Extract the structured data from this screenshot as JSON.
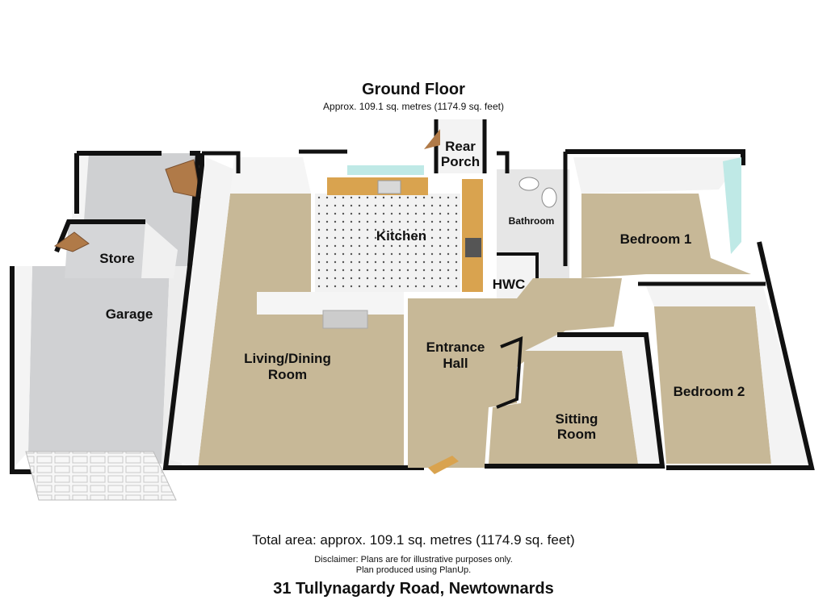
{
  "floor": {
    "title": "Ground Floor",
    "area": "Approx. 109.1 sq. metres (1174.9 sq. feet)"
  },
  "rooms": {
    "garage": "Garage",
    "store": "Store",
    "living_line1": "Living/Dining",
    "living_line2": "Room",
    "kitchen": "Kitchen",
    "rear_porch_line1": "Rear",
    "rear_porch_line2": "Porch",
    "bathroom": "Bathroom",
    "bedroom1": "Bedroom 1",
    "bedroom2": "Bedroom 2",
    "hwc": "HWC",
    "entrance_line1": "Entrance",
    "entrance_line2": "Hall",
    "sitting_line1": "Sitting",
    "sitting_line2": "Room"
  },
  "footer": {
    "total_area": "Total area: approx. 109.1 sq. metres (1174.9 sq. feet)",
    "disclaimer_line1": "Disclaimer: Plans are for illustrative purposes only.",
    "disclaimer_line2": "Plan produced using PlanUp.",
    "address": "31 Tullynagardy Road, Newtownards"
  },
  "colors": {
    "wall": "#111111",
    "wall_face": "#f4f4f4",
    "carpet": "#c9b99a",
    "garage_floor": "#cfd0d2",
    "kitchen_floor": "#f2f2f2",
    "worktop": "#d9a34f",
    "window": "#bfe9e6",
    "label_bg": "#d8cfbd"
  }
}
